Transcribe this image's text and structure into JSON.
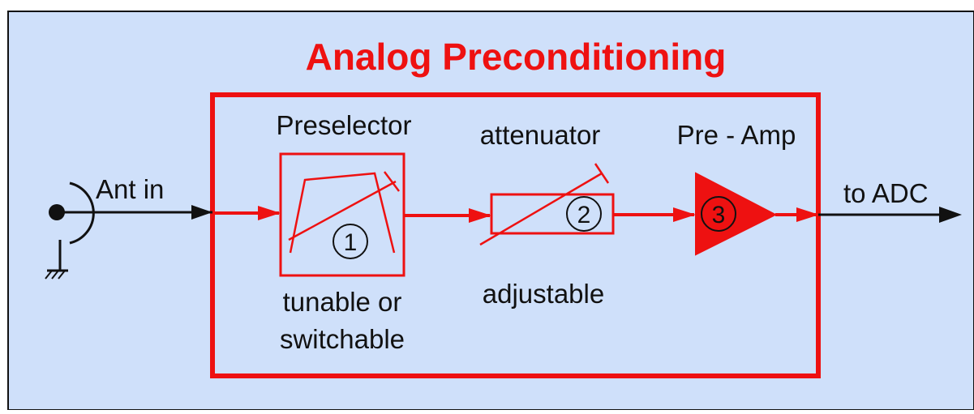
{
  "title": "Analog Preconditioning",
  "colors": {
    "background": "#cfe0fa",
    "accent": "#ee1111",
    "line": "#111111",
    "frame": "#ffffff"
  },
  "input": {
    "label": "Ant in"
  },
  "output": {
    "label": "to ADC"
  },
  "stages": [
    {
      "name": "Preselector",
      "number": "1",
      "note_line1": "tunable or",
      "note_line2": "switchable",
      "icon": "bandpass-filter-icon"
    },
    {
      "name": "attenuator",
      "number": "2",
      "note_line1": "adjustable",
      "icon": "variable-attenuator-icon"
    },
    {
      "name": "Pre - Amp",
      "number": "3",
      "icon": "amplifier-triangle-icon"
    }
  ],
  "icons": [
    "antenna-connector-icon",
    "ground-icon",
    "arrow-icon"
  ]
}
